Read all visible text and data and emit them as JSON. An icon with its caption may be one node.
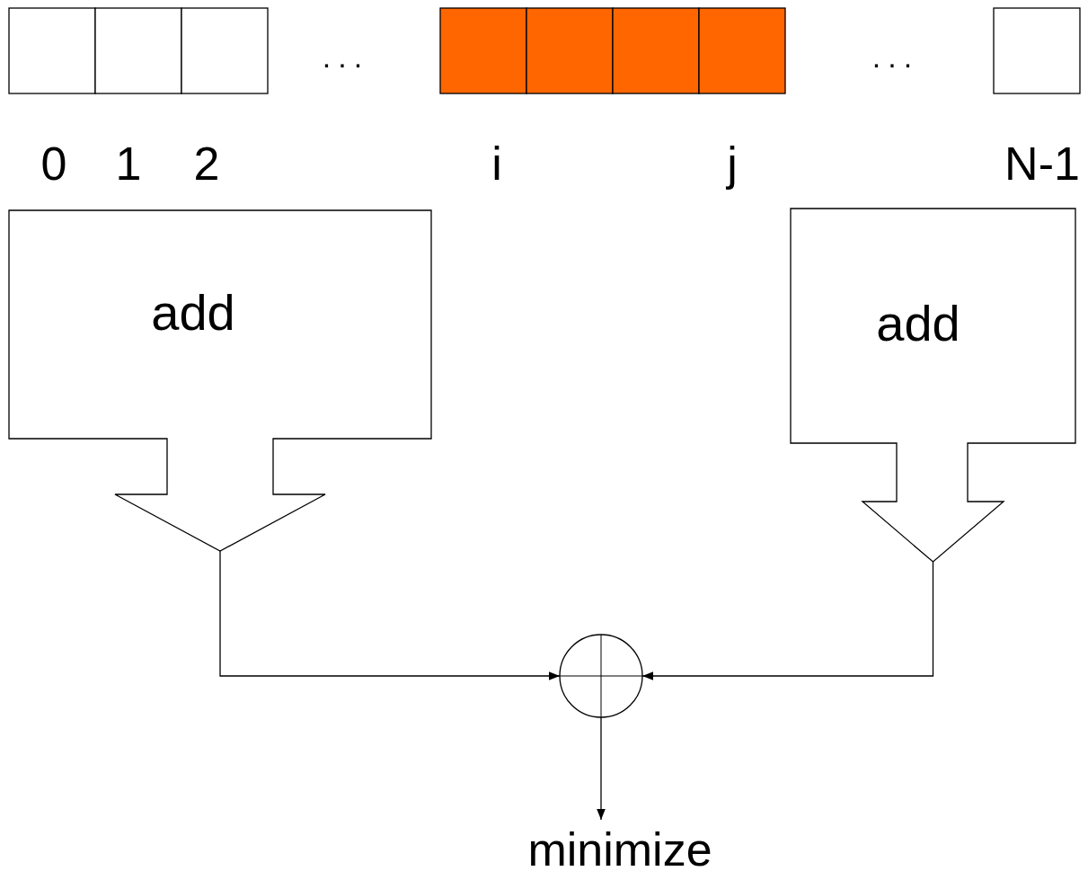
{
  "diagram": {
    "nodes": [
      {
        "text": [
          "add"
        ]
      },
      {
        "text": [
          "add"
        ]
      },
      {
        "text": [],
        "shape": "circle"
      },
      {
        "text": [
          "minimize"
        ]
      }
    ],
    "edges": [
      {
        "from": 0,
        "to": 2,
        "arrow": "to"
      },
      {
        "from": 1,
        "to": 2,
        "arrow": "to"
      },
      {
        "from": 2,
        "to": 3,
        "arrow": "to"
      }
    ],
    "labels": [
      "0",
      "1",
      "2",
      "...",
      "i",
      "j",
      "...",
      "N-1"
    ]
  }
}
